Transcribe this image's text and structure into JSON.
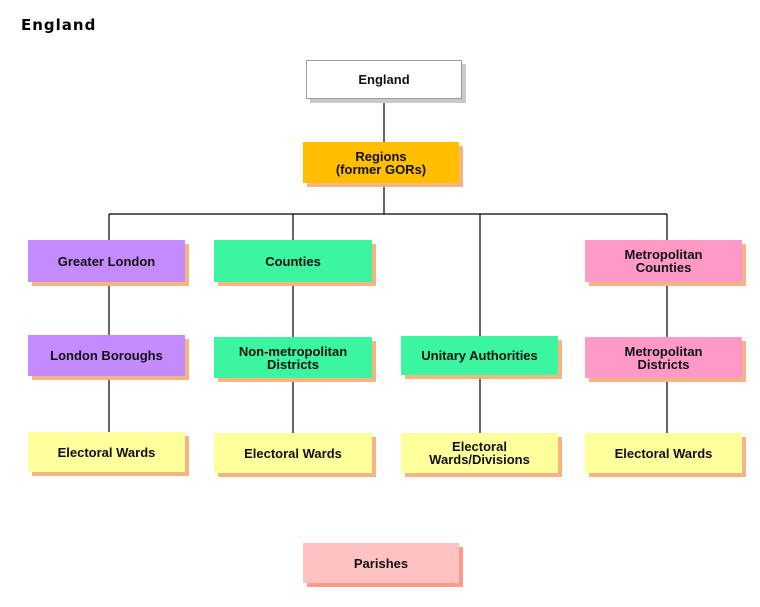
{
  "title": "England",
  "nodes": {
    "england": "England",
    "regions": "Regions\n(former GORs)",
    "greater_london": "Greater London",
    "counties": "Counties",
    "metropolitan_counties": "Metropolitan\nCounties",
    "london_boroughs": "London Boroughs",
    "non_metropolitan_districts": "Non-metropolitan\nDistricts",
    "unitary_authorities": "Unitary Authorities",
    "metropolitan_districts": "Metropolitan\nDistricts",
    "electoral_wards_1": "Electoral Wards",
    "electoral_wards_2": "Electoral Wards",
    "electoral_wards_divisions": "Electoral\nWards/Divisions",
    "electoral_wards_4": "Electoral Wards",
    "parishes": "Parishes"
  },
  "colors": {
    "white": "#ffffff",
    "regions": "#ffbf00",
    "purple": "#c48bff",
    "green": "#3bf5a0",
    "pink": "#ff9ac8",
    "yellow": "#ffff9c",
    "parishes": "#ffc2c2",
    "connector": "#000000"
  }
}
